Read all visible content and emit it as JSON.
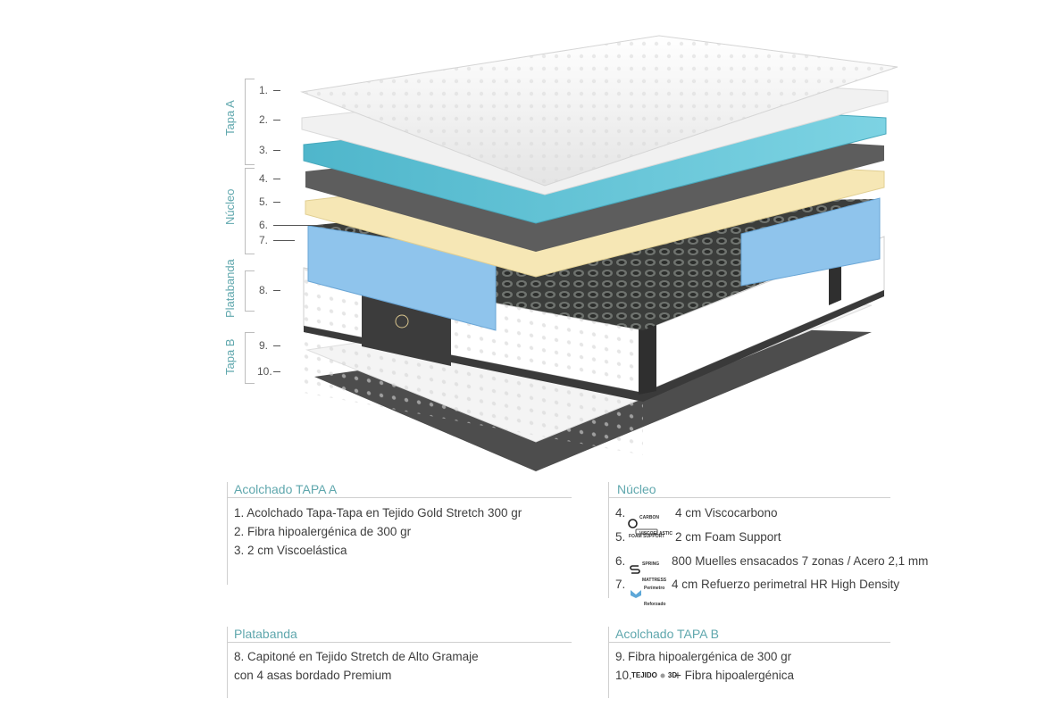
{
  "diagram": {
    "groups": [
      "Tapa A",
      "Núcleo",
      "Platabanda",
      "Tapa B"
    ],
    "layer_numbers": [
      "1.",
      "2.",
      "3.",
      "4.",
      "5.",
      "6.",
      "7.",
      "8.",
      "9.",
      "10."
    ],
    "colors": {
      "accent": "#5fa7ad",
      "white_layer": "#f3f3f3",
      "blue_layer": "#6cc5d8",
      "dark_layer": "#5a5a5a",
      "yellow_layer": "#f6e7b5",
      "foam_blue": "#8fc4ec",
      "base_dark": "#4a4a4a"
    }
  },
  "sections": {
    "tapa_a": {
      "title": "Acolchado TAPA A",
      "items": [
        "1. Acolchado Tapa-Tapa en Tejido Gold Stretch 300 gr",
        "2. Fibra hipoalergénica de 300 gr",
        "3. 2 cm Viscoelástica"
      ]
    },
    "nucleo": {
      "title": "Núcleo",
      "items": [
        {
          "num": "4.",
          "logo_icon": "carbon-viscoelastic-icon",
          "logo_lines": [
            "CARBON",
            "VISCOELASTIC"
          ],
          "text": "4 cm Viscocarbono"
        },
        {
          "num": "5.",
          "logo_icon": "foam-support-icon",
          "logo_lines": [
            "FOAM SUPPORT"
          ],
          "text": "2 cm Foam Support"
        },
        {
          "num": "6.",
          "logo_icon": "spring-mattress-icon",
          "logo_lines": [
            "SPRING",
            "MATTRESS"
          ],
          "text": "800 Muelles ensacados 7 zonas / Acero 2,1 mm"
        },
        {
          "num": "7.",
          "logo_icon": "perimetro-reforzado-icon",
          "logo_lines": [
            "Perímetro",
            "Reforzado"
          ],
          "text": "4 cm Refuerzo perimetral HR High Density"
        }
      ]
    },
    "platabanda": {
      "title": "Platabanda",
      "items": [
        "8. Capitoné en Tejido Stretch de Alto Gramaje",
        "con 4 asas bordado Premium"
      ]
    },
    "tapa_b": {
      "title": "Acolchado TAPA B",
      "items": [
        {
          "num": "9.",
          "text": "Fibra hipoalergénica de 300 gr"
        },
        {
          "num": "10.",
          "logo_icon": "tejido-3d-icon",
          "logo_lines": [
            "TEJIDO",
            "3D"
          ],
          "text": "+ Fibra hipoalergénica"
        }
      ]
    }
  }
}
